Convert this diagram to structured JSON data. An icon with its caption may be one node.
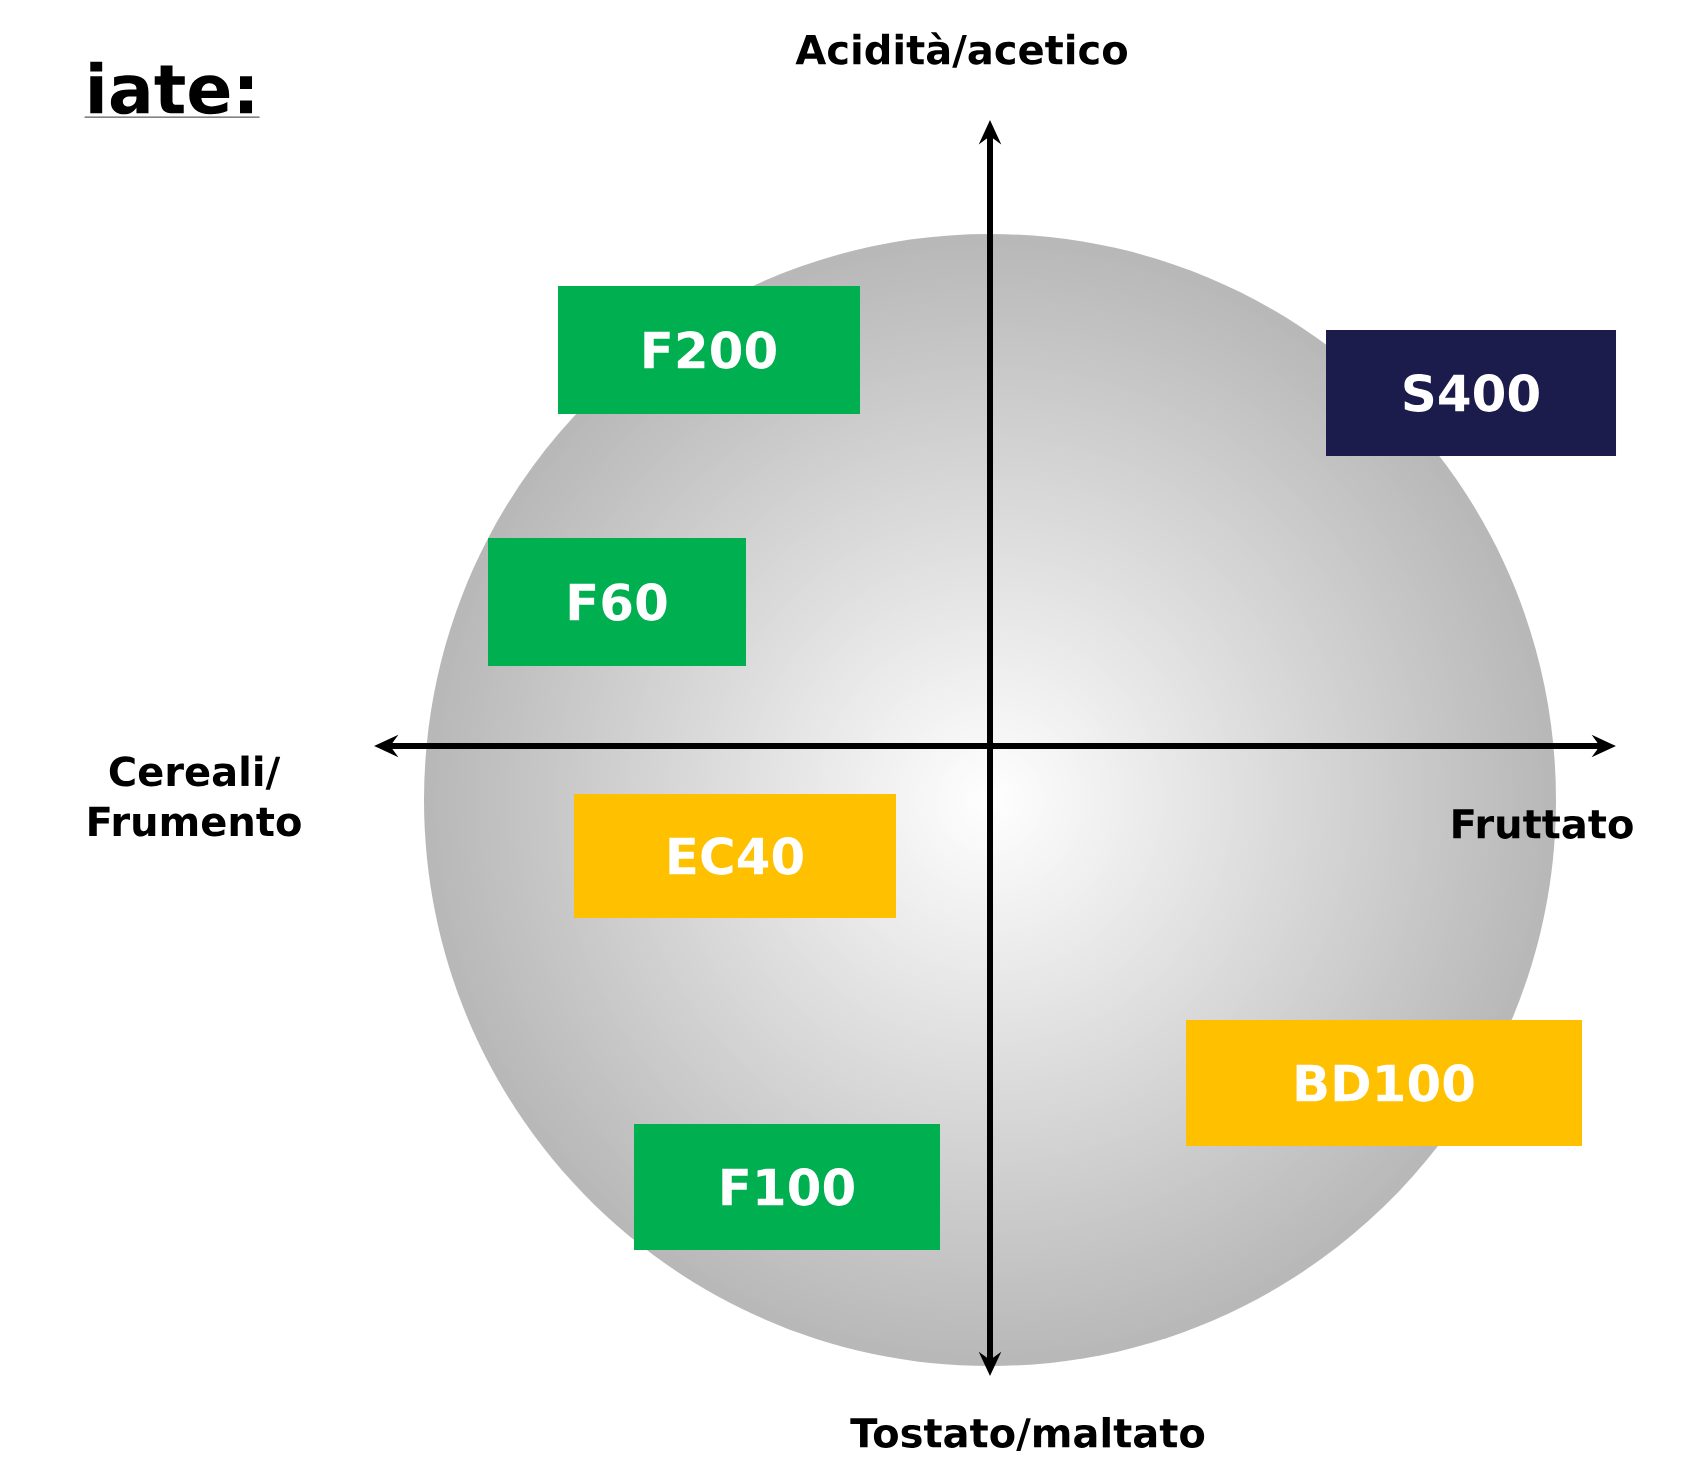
{
  "diagram": {
    "title": "iate:",
    "nodes": [
      {
        "text": [
          "F200"
        ]
      },
      {
        "text": [
          "S400"
        ]
      },
      {
        "text": [
          "F60"
        ]
      },
      {
        "text": [
          "EC40"
        ]
      },
      {
        "text": [
          "BD100"
        ]
      },
      {
        "text": [
          "F100"
        ]
      }
    ],
    "labels": [
      "Acidità/acetico",
      "Cereali/ Frumento",
      "Fruttato",
      "Tostato/maltato"
    ]
  }
}
